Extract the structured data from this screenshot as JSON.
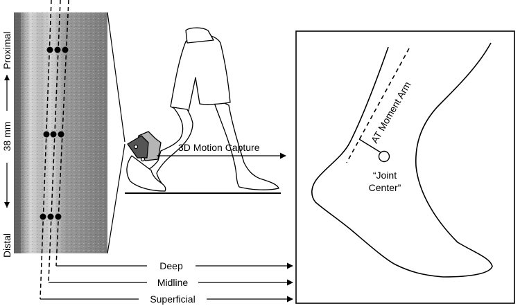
{
  "ultrasound": {
    "label_proximal": "Proximal",
    "label_distance": "38 mm",
    "label_distal": "Distal"
  },
  "motion_capture": {
    "label": "3D Motion Capture"
  },
  "foot_panel": {
    "moment_arm_label": "AT Moment Arm",
    "joint_center_label_line1": "“Joint",
    "joint_center_label_line2": "Center”"
  },
  "bottom_arrows": {
    "deep": "Deep",
    "midline": "Midline",
    "superficial": "Superficial"
  }
}
